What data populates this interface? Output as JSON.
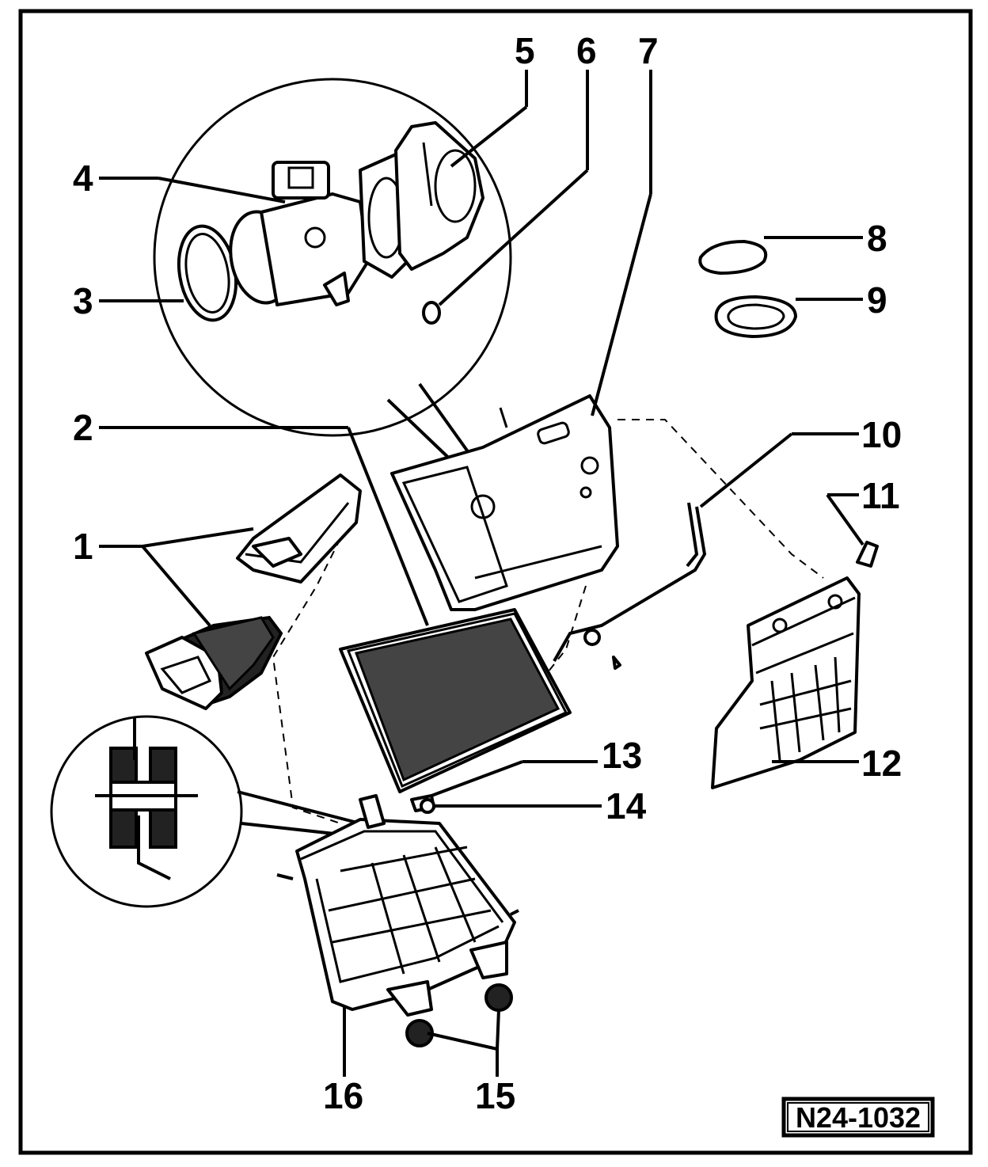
{
  "figure": {
    "reference_code": "N24-1032",
    "callouts": [
      {
        "label": "1"
      },
      {
        "label": "2"
      },
      {
        "label": "3"
      },
      {
        "label": "4"
      },
      {
        "label": "5"
      },
      {
        "label": "6"
      },
      {
        "label": "7"
      },
      {
        "label": "8"
      },
      {
        "label": "9"
      },
      {
        "label": "10"
      },
      {
        "label": "11"
      },
      {
        "label": "12"
      },
      {
        "label": "13"
      },
      {
        "label": "14"
      },
      {
        "label": "15"
      },
      {
        "label": "16"
      }
    ]
  },
  "colors": {
    "ink": "#000000",
    "paper": "#ffffff"
  }
}
